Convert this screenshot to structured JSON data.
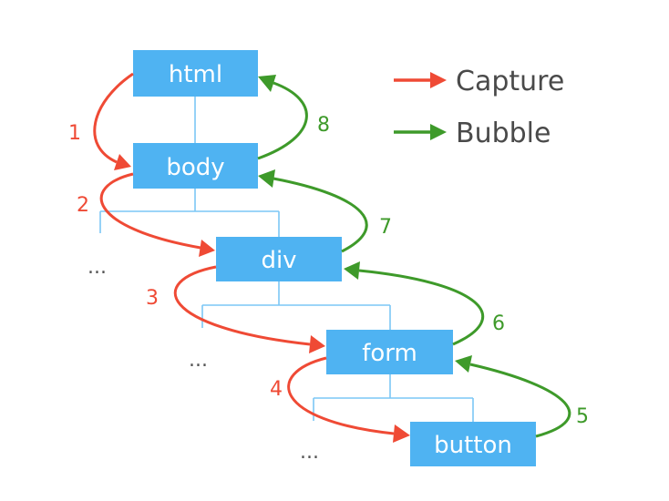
{
  "nodes": {
    "html": "html",
    "body": "body",
    "div": "div",
    "form": "form",
    "button": "button"
  },
  "capture_steps": [
    "1",
    "2",
    "3",
    "4"
  ],
  "bubble_steps": [
    "5",
    "6",
    "7",
    "8"
  ],
  "ellipsis": "...",
  "legend": {
    "capture": "Capture",
    "bubble": "Bubble"
  },
  "colors": {
    "node": "#4fb3f2",
    "capture": "#ef4a35",
    "bubble": "#3e9a2a"
  }
}
